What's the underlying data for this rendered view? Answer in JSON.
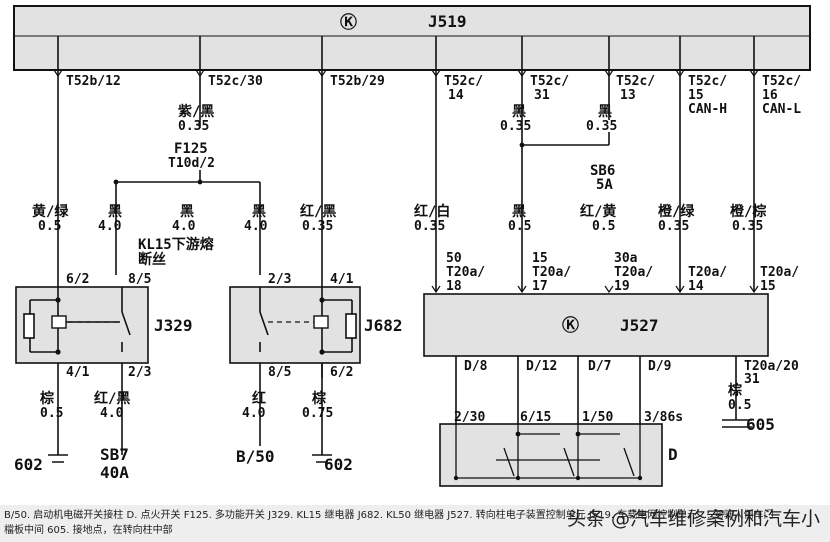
{
  "modules": {
    "j519": {
      "symbol": "Ⓚ",
      "label": "J519"
    },
    "j527": {
      "symbol": "Ⓚ",
      "label": "J527"
    },
    "j329": {
      "label": "J329"
    },
    "j682": {
      "label": "J682"
    },
    "d": {
      "label": "D"
    }
  },
  "top_pins": {
    "p1": "T52b/12",
    "p2": "T52c/30",
    "p3": "T52b/29",
    "p4a": "T52c/",
    "p4b": "14",
    "p5a": "T52c/",
    "p5b": "31",
    "p6a": "T52c/",
    "p6b": "13",
    "p7a": "T52c/",
    "p7b": "15",
    "p7c": "CAN-H",
    "p8a": "T52c/",
    "p8b": "16",
    "p8c": "CAN-L"
  },
  "wires": {
    "w_f125_color": "紫/黑",
    "w_f125_size": "0.35",
    "f125_name": "F125",
    "f125_pin": "T10d/2",
    "w1_color": "黄/绿",
    "w1_size": "0.5",
    "w2_color": "黑",
    "w2_size": "4.0",
    "w3_color": "黑",
    "w3_size": "4.0",
    "w4_color": "黑",
    "w4_size": "4.0",
    "w5_color": "红/黑",
    "w5_size": "0.35",
    "kl15_line1": "KL15下游熔",
    "kl15_line2": "断丝",
    "w31a_color": "黑",
    "w31a_size": "0.35",
    "w31b_color": "黑",
    "w31b_size": "0.35",
    "sb6_name": "SB6",
    "sb6_rating": "5A",
    "w6_color": "红/白",
    "w6_size": "0.35",
    "w7_color": "黑",
    "w7_size": "0.5",
    "w8_color": "红/黄",
    "w8_size": "0.5",
    "w9_color": "橙/绿",
    "w9_size": "0.35",
    "w10_color": "橙/棕",
    "w10_size": "0.35"
  },
  "j527_pins": {
    "a_top": "50",
    "a_mid": "T20a/",
    "a_bot": "18",
    "b_top": "15",
    "b_mid": "T20a/",
    "b_bot": "17",
    "c_top": "30a",
    "c_mid": "T20a/",
    "c_bot": "19",
    "d_mid": "T20a/",
    "d_bot": "14",
    "e_mid": "T20a/",
    "e_bot": "15",
    "d8": "D/8",
    "d12": "D/12",
    "d7": "D/7",
    "d9": "D/9",
    "t20": "T20a/20",
    "t20b": "31"
  },
  "relay_pins": {
    "j329_62": "6/2",
    "j329_85": "8/5",
    "j329_41": "4/1",
    "j329_23": "2/3",
    "j682_23": "2/3",
    "j682_41": "4/1",
    "j682_85": "8/5",
    "j682_62": "6/2"
  },
  "bottom": {
    "b1_color": "棕",
    "b1_size": "0.5",
    "ground1": "602",
    "b2_color": "红/黑",
    "b2_size": "4.0",
    "sb7": "SB7",
    "sb7_rating": "40A",
    "b3_color": "红",
    "b3_size": "4.0",
    "b50": "B/50",
    "b4_color": "棕",
    "b4_size": "0.75",
    "ground2": "602",
    "b5_color": "棕",
    "b5_size": "0.5",
    "ground3": "605"
  },
  "switch_pins": {
    "s1": "2/30",
    "s2": "6/15",
    "s3": "1/50",
    "s4": "3/86s"
  },
  "caption": {
    "line1": "B/50. 启动机电磁开关接柱   D. 点火开关   F125. 多功能开关   J329. KL15 继电器   J682. KL50 继电器   J527. 转向柱电子装置控制单元   J519. 车载电网控制单元 … 驾驶人侧车门",
    "line2": "檔板中间   605. 接地点，在转向柱中部"
  },
  "watermark": "头条 @汽车维修案例和汽车小"
}
